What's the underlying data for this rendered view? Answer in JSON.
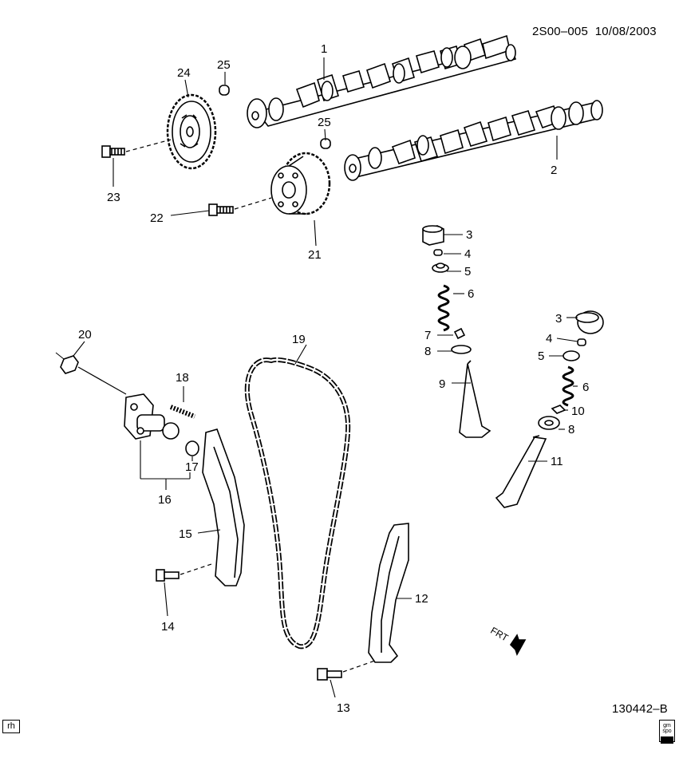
{
  "header": {
    "code": "2S00–005",
    "date": "10/08/2003"
  },
  "figure_number": "130442–B",
  "view_tag": "rh",
  "logo_text": "gm spo",
  "direction_label": "FRT",
  "callouts": [
    {
      "id": "c1",
      "label": "1"
    },
    {
      "id": "c2",
      "label": "2"
    },
    {
      "id": "c3a",
      "label": "3"
    },
    {
      "id": "c4a",
      "label": "4"
    },
    {
      "id": "c5a",
      "label": "5"
    },
    {
      "id": "c6a",
      "label": "6"
    },
    {
      "id": "c7",
      "label": "7"
    },
    {
      "id": "c8a",
      "label": "8"
    },
    {
      "id": "c9",
      "label": "9"
    },
    {
      "id": "c3b",
      "label": "3"
    },
    {
      "id": "c4b",
      "label": "4"
    },
    {
      "id": "c5b",
      "label": "5"
    },
    {
      "id": "c6b",
      "label": "6"
    },
    {
      "id": "c10",
      "label": "10"
    },
    {
      "id": "c8b",
      "label": "8"
    },
    {
      "id": "c11",
      "label": "11"
    },
    {
      "id": "c12",
      "label": "12"
    },
    {
      "id": "c13",
      "label": "13"
    },
    {
      "id": "c14",
      "label": "14"
    },
    {
      "id": "c15",
      "label": "15"
    },
    {
      "id": "c16",
      "label": "16"
    },
    {
      "id": "c17",
      "label": "17"
    },
    {
      "id": "c18",
      "label": "18"
    },
    {
      "id": "c19",
      "label": "19"
    },
    {
      "id": "c20",
      "label": "20"
    },
    {
      "id": "c21",
      "label": "21"
    },
    {
      "id": "c22",
      "label": "22"
    },
    {
      "id": "c23",
      "label": "23"
    },
    {
      "id": "c24",
      "label": "24"
    },
    {
      "id": "c25a",
      "label": "25"
    },
    {
      "id": "c25b",
      "label": "25"
    }
  ]
}
